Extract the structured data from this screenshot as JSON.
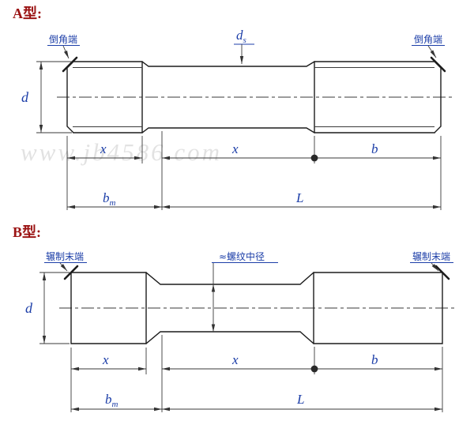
{
  "watermark": "www.jb4586.com",
  "colors": {
    "dimension_blue": "#1c3ea8",
    "title_red": "#9b1313",
    "line_black": "#1c1c1c",
    "watermark_gray": "#d4d4d4"
  },
  "type_a": {
    "title": "A型:",
    "chamfer_left_label": "倒角端",
    "chamfer_right_label": "倒角端",
    "ds_main": "d",
    "ds_sub": "s",
    "d_label": "d",
    "x1_label": "x",
    "x2_label": "x",
    "b_label": "b",
    "bm_main": "b",
    "bm_sub": "m",
    "l_label": "L"
  },
  "type_b": {
    "title": "B型:",
    "rolled_left_label": "辗制末端",
    "rolled_right_label": "辗制末端",
    "pitch_label": "≈螺纹中径",
    "d_label": "d",
    "x1_label": "x",
    "x2_label": "x",
    "b_label": "b",
    "bm_main": "b",
    "bm_sub": "m",
    "l_label": "L"
  }
}
